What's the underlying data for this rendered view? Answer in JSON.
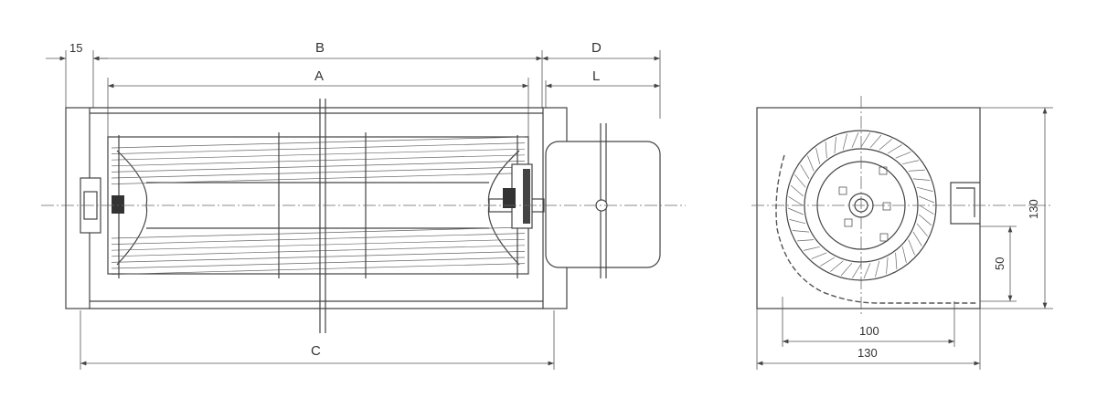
{
  "side_view": {
    "dim_15": "15",
    "dim_B": "B",
    "dim_A": "A",
    "dim_C": "C",
    "dim_D": "D",
    "dim_L": "L"
  },
  "end_view": {
    "dim_height": "130",
    "dim_outlet_height": "50",
    "dim_outlet_width": "100",
    "dim_width": "130"
  },
  "colors": {
    "line": "#444444",
    "background": "#ffffff"
  }
}
